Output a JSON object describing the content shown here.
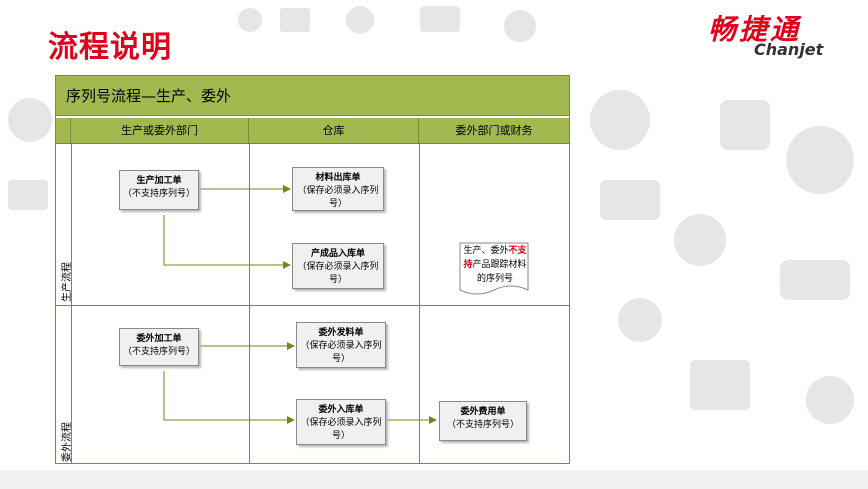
{
  "slide_title": "流程说明",
  "logo": {
    "cn": "畅捷通",
    "en": "Chanjet"
  },
  "diagram": {
    "title": "序列号流程—生产、委外",
    "columns": [
      "生产或委外部门",
      "仓库",
      "委外部门或财务"
    ],
    "lanes": [
      "生产流程",
      "委外流程"
    ],
    "boxes": {
      "prod_order": {
        "title": "生产加工单",
        "note": "（不支持序列号）"
      },
      "material_out": {
        "title": "材料出库单",
        "note": "（保存必须录入序列号）"
      },
      "product_in": {
        "title": "产成品入库单",
        "note": "（保存必须录入序列号）"
      },
      "out_order": {
        "title": "委外加工单",
        "note": "（不支持序列号）"
      },
      "out_issue": {
        "title": "委外发料单",
        "note": "（保存必须录入序列号）"
      },
      "out_in": {
        "title": "委外入库单",
        "note": "（保存必须录入序列号）"
      },
      "out_fee": {
        "title": "委外费用单",
        "note": "（不支持序列号）"
      }
    },
    "document_note": {
      "before": "生产、委外",
      "highlight": "不支持",
      "after": "产品跟踪材料的序列号"
    }
  },
  "colors": {
    "accent": "#e3001b",
    "header_fill": "#a1b94f",
    "border": "#7a8a3a"
  }
}
